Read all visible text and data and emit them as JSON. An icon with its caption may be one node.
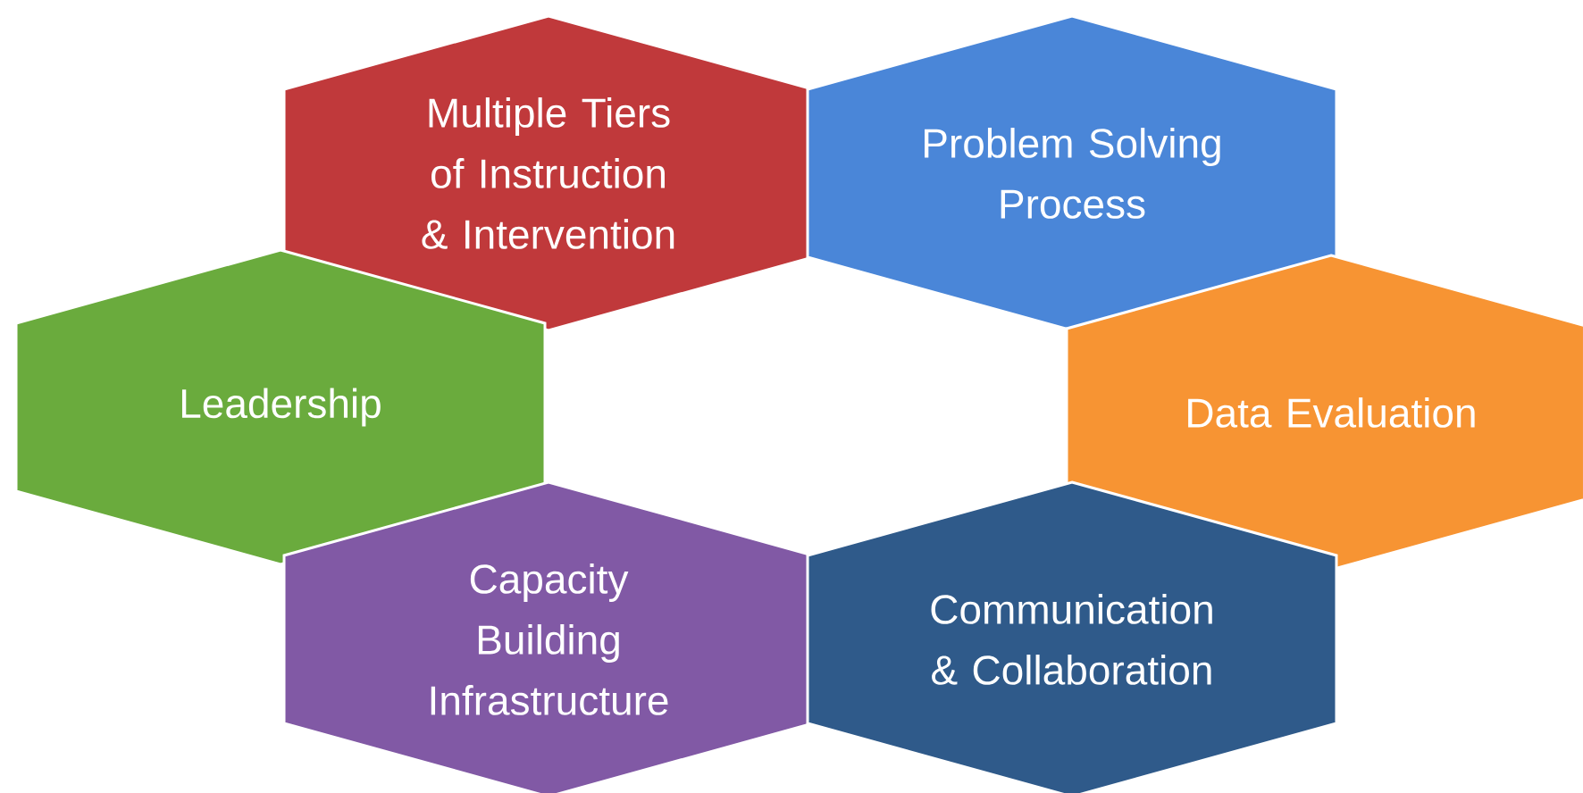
{
  "diagram": {
    "nodes": [
      {
        "text": [
          "Multiple Tiers of Instruction & Intervention"
        ]
      },
      {
        "text": [
          "Problem Solving Process"
        ]
      },
      {
        "text": [
          "Leadership"
        ]
      },
      {
        "text": [
          "Data Evaluation"
        ]
      },
      {
        "text": [
          "Capacity Building Infrastructure"
        ]
      },
      {
        "text": [
          "Communication & Collaboration"
        ]
      }
    ]
  }
}
